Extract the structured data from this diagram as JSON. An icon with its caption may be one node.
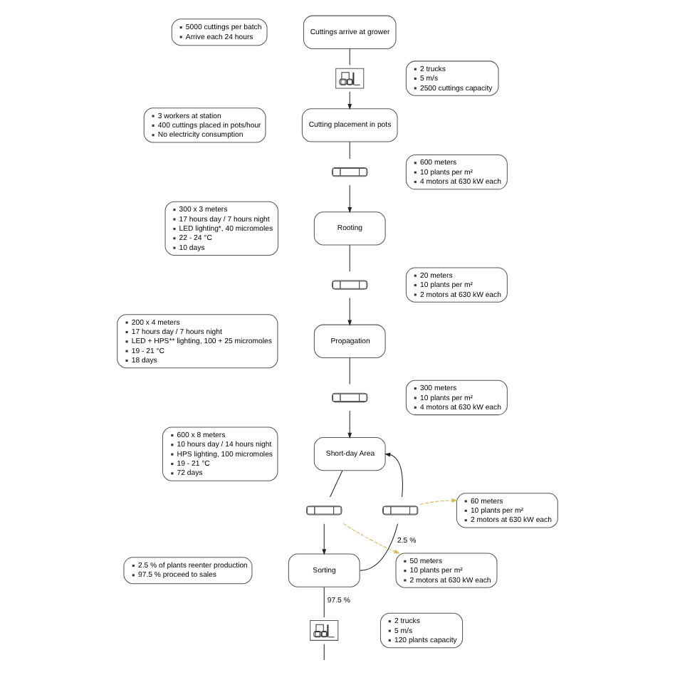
{
  "diagram": {
    "nodes": [
      {
        "text": [
          "5000 cuttings per batch",
          "Arrive each 24 hours"
        ]
      },
      {
        "text": [
          "Cuttings arrive at grower"
        ]
      },
      {
        "text": [],
        "shape": "picture"
      },
      {
        "text": [
          "2 trucks",
          "5 m/s",
          "2500 cuttings capacity"
        ]
      },
      {
        "text": [
          "3 workers at station",
          "400 cuttings placed in pots/hour",
          "No electricity consumption"
        ]
      },
      {
        "text": [
          "Cutting placement in pots"
        ]
      },
      {
        "text": [],
        "shape": "bar"
      },
      {
        "text": [
          "600 meters",
          "10 plants per m²",
          "4 motors at 630 kW each"
        ]
      },
      {
        "text": [
          "300 x 3 meters",
          "17 hours day / 7 hours night",
          "LED lighting*, 40 micromoles",
          "22 - 24 °C",
          "10 days"
        ]
      },
      {
        "text": [
          "Rooting"
        ]
      },
      {
        "text": [],
        "shape": "bar"
      },
      {
        "text": [
          "20 meters",
          "10 plants per m²",
          "2 motors at 630 kW each"
        ]
      },
      {
        "text": [
          "200 x 4 meters",
          "17 hours day / 7 hours night",
          "LED + HPS** lighting, 100 + 25 micromoles",
          "19 - 21 °C",
          "18 days"
        ]
      },
      {
        "text": [
          "Propagation"
        ]
      },
      {
        "text": [],
        "shape": "bar"
      },
      {
        "text": [
          "300 meters",
          "10 plants per m²",
          "4 motors at 630 kW each"
        ]
      },
      {
        "text": [
          "600 x 8 meters",
          "10 hours day / 14 hours night",
          "HPS lighting, 100 micromoles",
          "19 - 21 °C",
          "72 days"
        ]
      },
      {
        "text": [
          "Short-day Area"
        ]
      },
      {
        "text": [
          "60 meters",
          "10 plants per m²",
          "2 motors at 630 kW each"
        ]
      },
      {
        "text": [],
        "shape": "bar"
      },
      {
        "text": [],
        "shape": "bar"
      },
      {
        "text": [
          "50 meters",
          "10 plants per m²",
          "2 motors at 630 kW each"
        ]
      },
      {
        "text": [
          "2.5 % of plants reenter production",
          "97.5 % proceed to sales"
        ]
      },
      {
        "text": [
          "Sorting"
        ]
      },
      {
        "text": [],
        "shape": "picture"
      },
      {
        "text": [
          "2 trucks",
          "5 m/s",
          "120 plants capacity"
        ]
      }
    ],
    "edges": [
      {
        "from": 1,
        "to": 2,
        "arrow": "none"
      },
      {
        "from": 2,
        "to": 5,
        "arrow": "to"
      },
      {
        "from": 5,
        "to": 6,
        "arrow": "none"
      },
      {
        "from": 6,
        "to": 9,
        "arrow": "to"
      },
      {
        "from": 9,
        "to": 10,
        "arrow": "none"
      },
      {
        "from": 10,
        "to": 13,
        "arrow": "to"
      },
      {
        "from": 13,
        "to": 14,
        "arrow": "none"
      },
      {
        "from": 14,
        "to": 17,
        "arrow": "to"
      },
      {
        "from": 17,
        "to": 19,
        "arrow": "none"
      },
      {
        "from": 19,
        "to": 23,
        "arrow": "to"
      },
      {
        "from": 23,
        "to": 20,
        "arrow": "none",
        "label": "2.5 %"
      },
      {
        "from": 20,
        "to": 17,
        "arrow": "to"
      },
      {
        "from": 23,
        "to": 24,
        "arrow": "none",
        "label": "97.5 %"
      },
      {
        "from": 24,
        "to": null,
        "arrow": "none"
      },
      {
        "from": 19,
        "to": 21,
        "arrow": "to",
        "style": "dashed",
        "color": "#d6b656"
      },
      {
        "from": 20,
        "to": 18,
        "arrow": "to",
        "style": "dashed",
        "color": "#d6b656"
      }
    ]
  }
}
